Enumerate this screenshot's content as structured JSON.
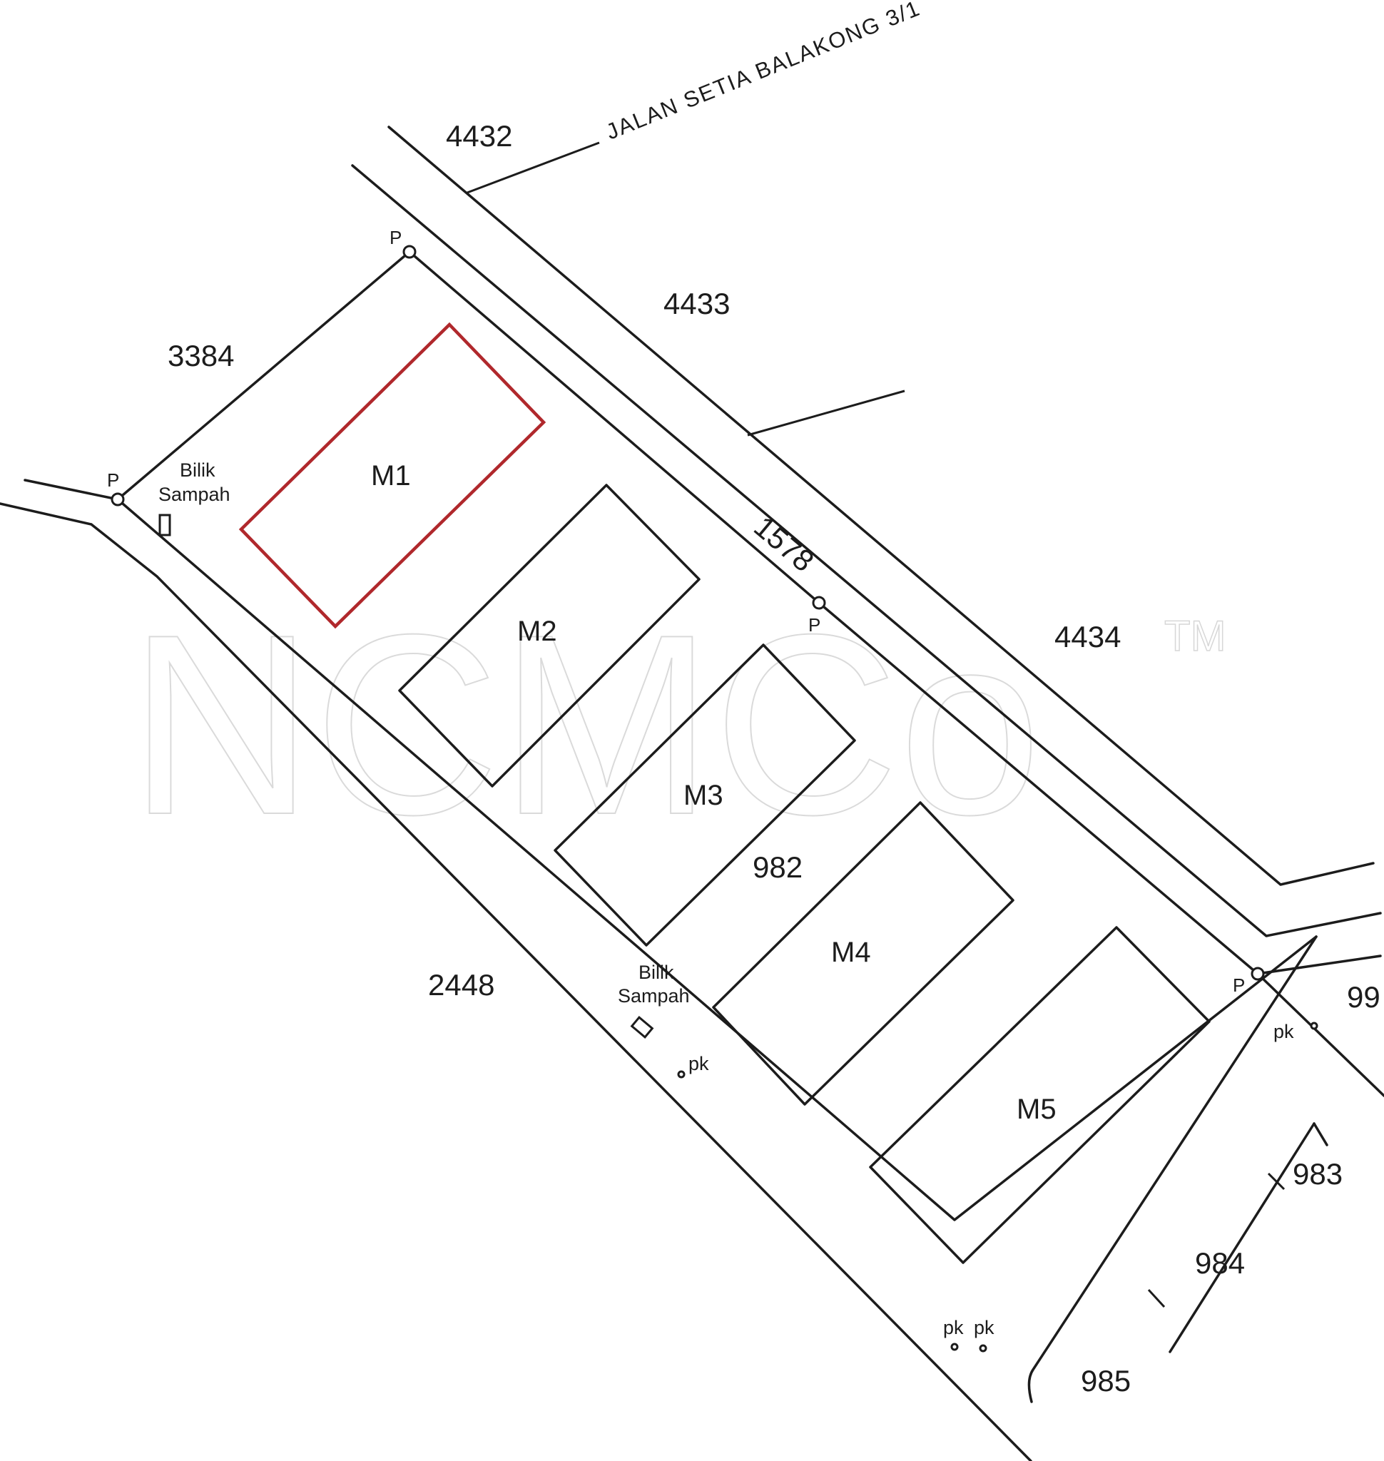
{
  "road": {
    "name": "JALAN SETIA BALAKONG 3/1"
  },
  "lots": [
    {
      "id": "lot-4432",
      "label": "4432"
    },
    {
      "id": "lot-4433",
      "label": "4433"
    },
    {
      "id": "lot-3384",
      "label": "3384"
    },
    {
      "id": "lot-1578",
      "label": "1578"
    },
    {
      "id": "lot-4434",
      "label": "4434"
    },
    {
      "id": "lot-982",
      "label": "982"
    },
    {
      "id": "lot-2448",
      "label": "2448"
    },
    {
      "id": "lot-99x",
      "label": "99"
    },
    {
      "id": "lot-983",
      "label": "983"
    },
    {
      "id": "lot-984",
      "label": "984"
    },
    {
      "id": "lot-985",
      "label": "985"
    }
  ],
  "units": [
    {
      "id": "M1",
      "label": "M1",
      "highlighted": true
    },
    {
      "id": "M2",
      "label": "M2",
      "highlighted": false
    },
    {
      "id": "M3",
      "label": "M3",
      "highlighted": false
    },
    {
      "id": "M4",
      "label": "M4",
      "highlighted": false
    },
    {
      "id": "M5",
      "label": "M5",
      "highlighted": false
    }
  ],
  "refuse_rooms": [
    {
      "line1": "Bilik",
      "line2": "Sampah"
    },
    {
      "line1": "Bilik",
      "line2": "Sampah"
    }
  ],
  "markers": {
    "peg": "P",
    "pk": "pk"
  },
  "watermark": {
    "text": "NCMCo",
    "tm": "TM"
  },
  "colors": {
    "line": "#1c1c1c",
    "highlight": "#b0282c",
    "watermark": "#bdbdbd"
  }
}
